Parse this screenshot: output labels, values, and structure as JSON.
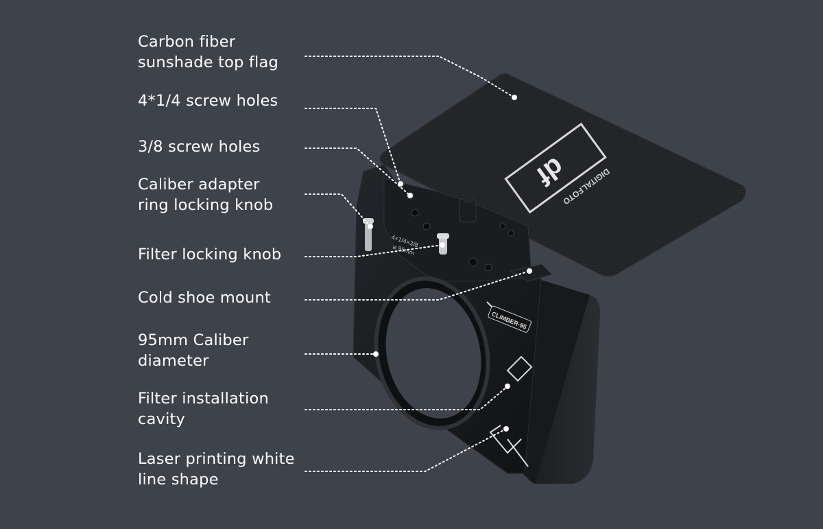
{
  "callouts": [
    {
      "id": "top-flag",
      "lines": [
        "Carbon fiber",
        "sunshade top flag"
      ]
    },
    {
      "id": "quarter-screw-holes",
      "lines": [
        "4*1/4 screw holes"
      ]
    },
    {
      "id": "three-eighths-screw-holes",
      "lines": [
        "3/8 screw holes"
      ]
    },
    {
      "id": "adapter-ring-knob",
      "lines": [
        "Caliber adapter",
        "ring locking knob"
      ]
    },
    {
      "id": "filter-knob",
      "lines": [
        "Filter locking knob"
      ]
    },
    {
      "id": "cold-shoe",
      "lines": [
        "Cold shoe mount"
      ]
    },
    {
      "id": "caliber-diameter",
      "lines": [
        "95mm Caliber",
        "diameter"
      ]
    },
    {
      "id": "filter-cavity",
      "lines": [
        "Filter installation",
        "cavity"
      ]
    },
    {
      "id": "laser-lines",
      "lines": [
        "Laser printing white",
        "line shape"
      ]
    }
  ],
  "product": {
    "flag_logo_text": "DIGITALFOTO",
    "flag_logo_mark": "df",
    "side_badge": "CLIMBER-95",
    "top_plate_engraving": [
      "4×1/4×3/8",
      "⌀ 95mm"
    ]
  },
  "colors": {
    "background": "#3d424b",
    "label_text": "#ffffff",
    "body_dark": "#16181b",
    "flag_dark": "#1e2023"
  }
}
